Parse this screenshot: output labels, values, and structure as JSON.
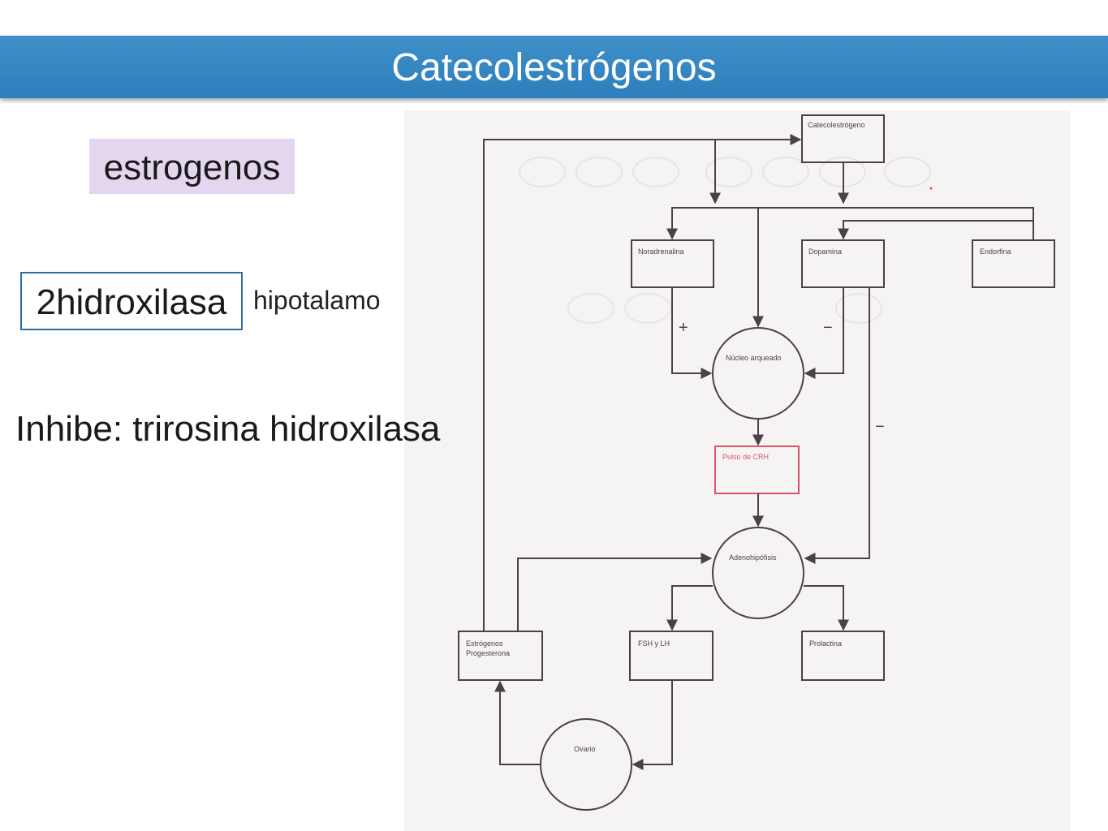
{
  "slide": {
    "title": "Catecolestrógenos",
    "estrogenos": "estrogenos",
    "hidroxilasa": "2hidroxilasa",
    "hipotalamo": "hipotalamo",
    "inhibe": "Inhibe: trirosina hidroxilasa"
  },
  "figure": {
    "nodes": {
      "catecolestrogeno": "Catecolestrógeno",
      "noradrenalina": "Noradrenalina",
      "dopamina": "Dopamina",
      "endorfina": "Endorfina",
      "nucleo_arqueado": "Núcleo arqueado",
      "pulso_crh": "Pulso de CRH",
      "adenohipofisis": "Adenohipófisis",
      "estrogenos_l1": "Estrógenos",
      "estrogenos_l2": "Progesterona",
      "fsh_lh": "FSH y LH",
      "prolactina": "Prolactina",
      "ovario": "Ovario"
    },
    "signs": {
      "plus": "+",
      "minus_dopamina": "−",
      "minus_side": "−"
    },
    "colors": {
      "line": "#4a4048",
      "highlight": "#d9536b"
    }
  }
}
